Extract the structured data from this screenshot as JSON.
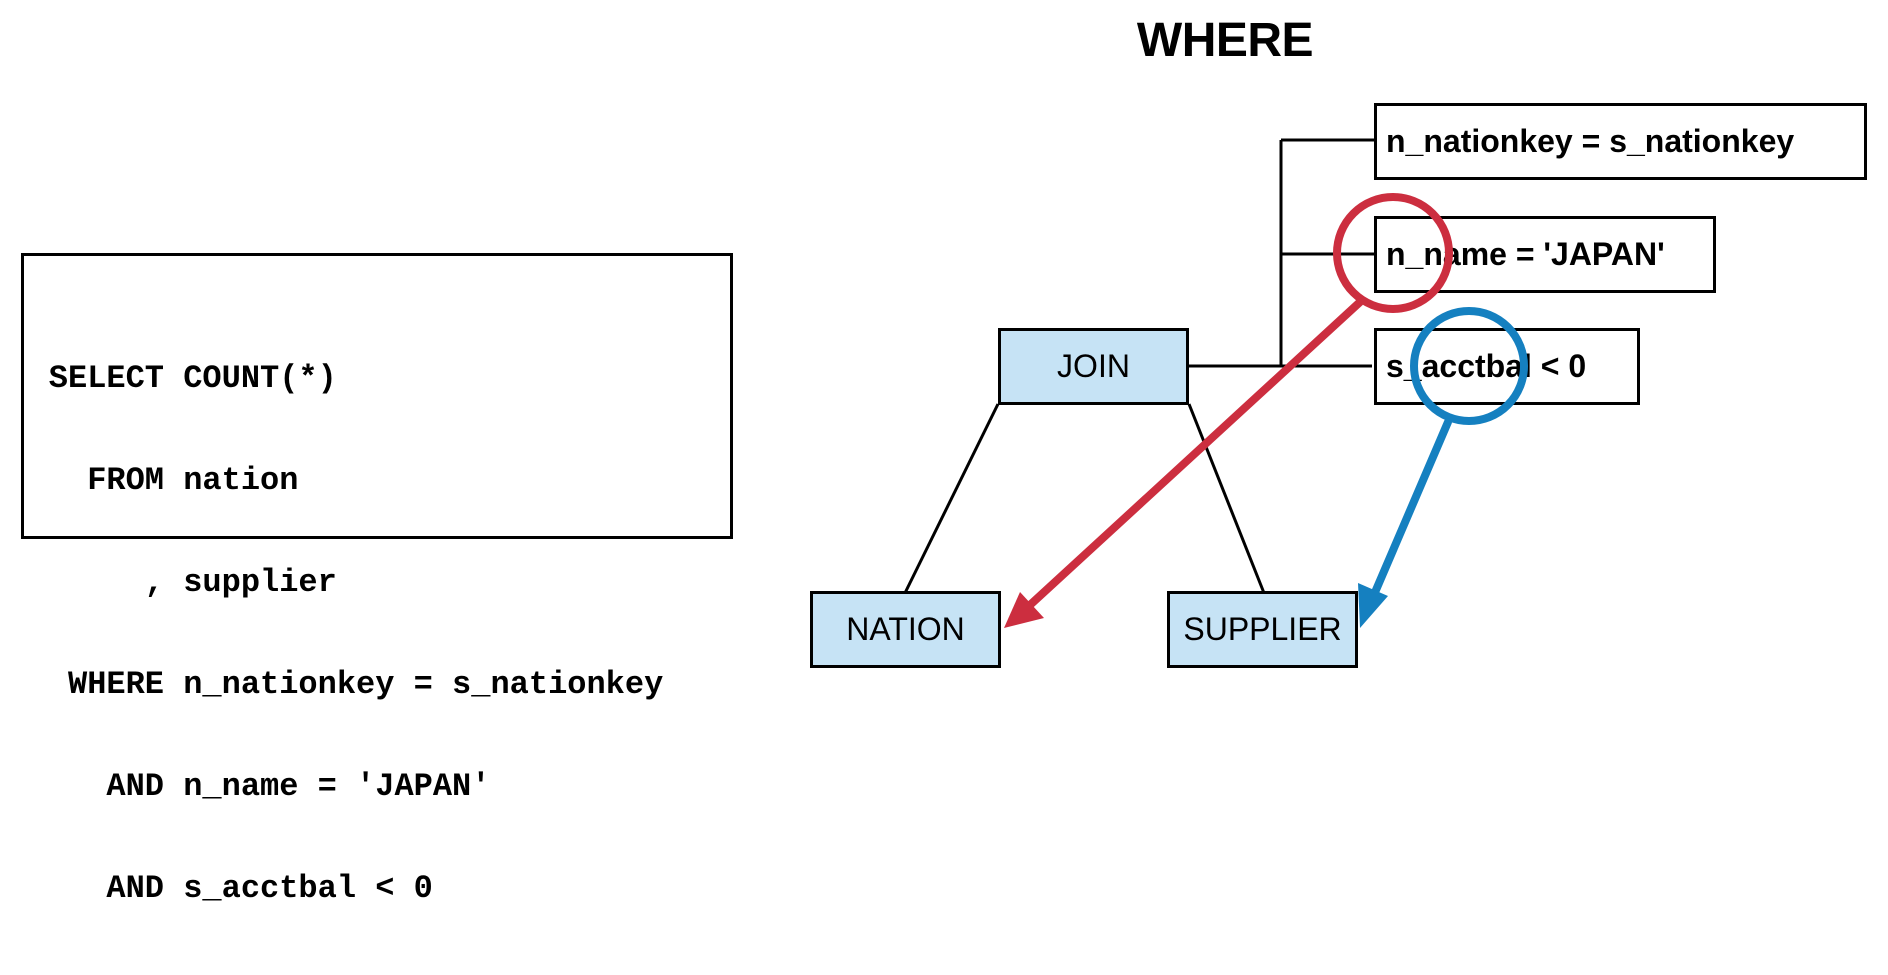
{
  "title": "WHERE",
  "sql": {
    "lines": [
      {
        "kw": "SELECT",
        "rest": "COUNT(*)"
      },
      {
        "kw": "FROM",
        "rest": "nation"
      },
      {
        "kw": ",",
        "rest": "supplier"
      },
      {
        "kw": "WHERE",
        "rest": "n_nationkey = s_nationkey"
      },
      {
        "kw": "AND",
        "rest": "n_name = 'JAPAN'"
      },
      {
        "kw": "AND",
        "rest": "s_acctbal < 0"
      }
    ]
  },
  "tree": {
    "join": "JOIN",
    "nation": "NATION",
    "supplier": "SUPPLIER"
  },
  "predicates": [
    "n_nationkey = s_nationkey",
    "n_name = 'JAPAN'",
    "s_acctbal < 0"
  ],
  "annotations": {
    "red_color": "#cc2e3f",
    "blue_color": "#1580c0",
    "red_target": "NATION",
    "blue_target": "SUPPLIER"
  },
  "colors": {
    "node_fill": "#c6e3f5"
  }
}
